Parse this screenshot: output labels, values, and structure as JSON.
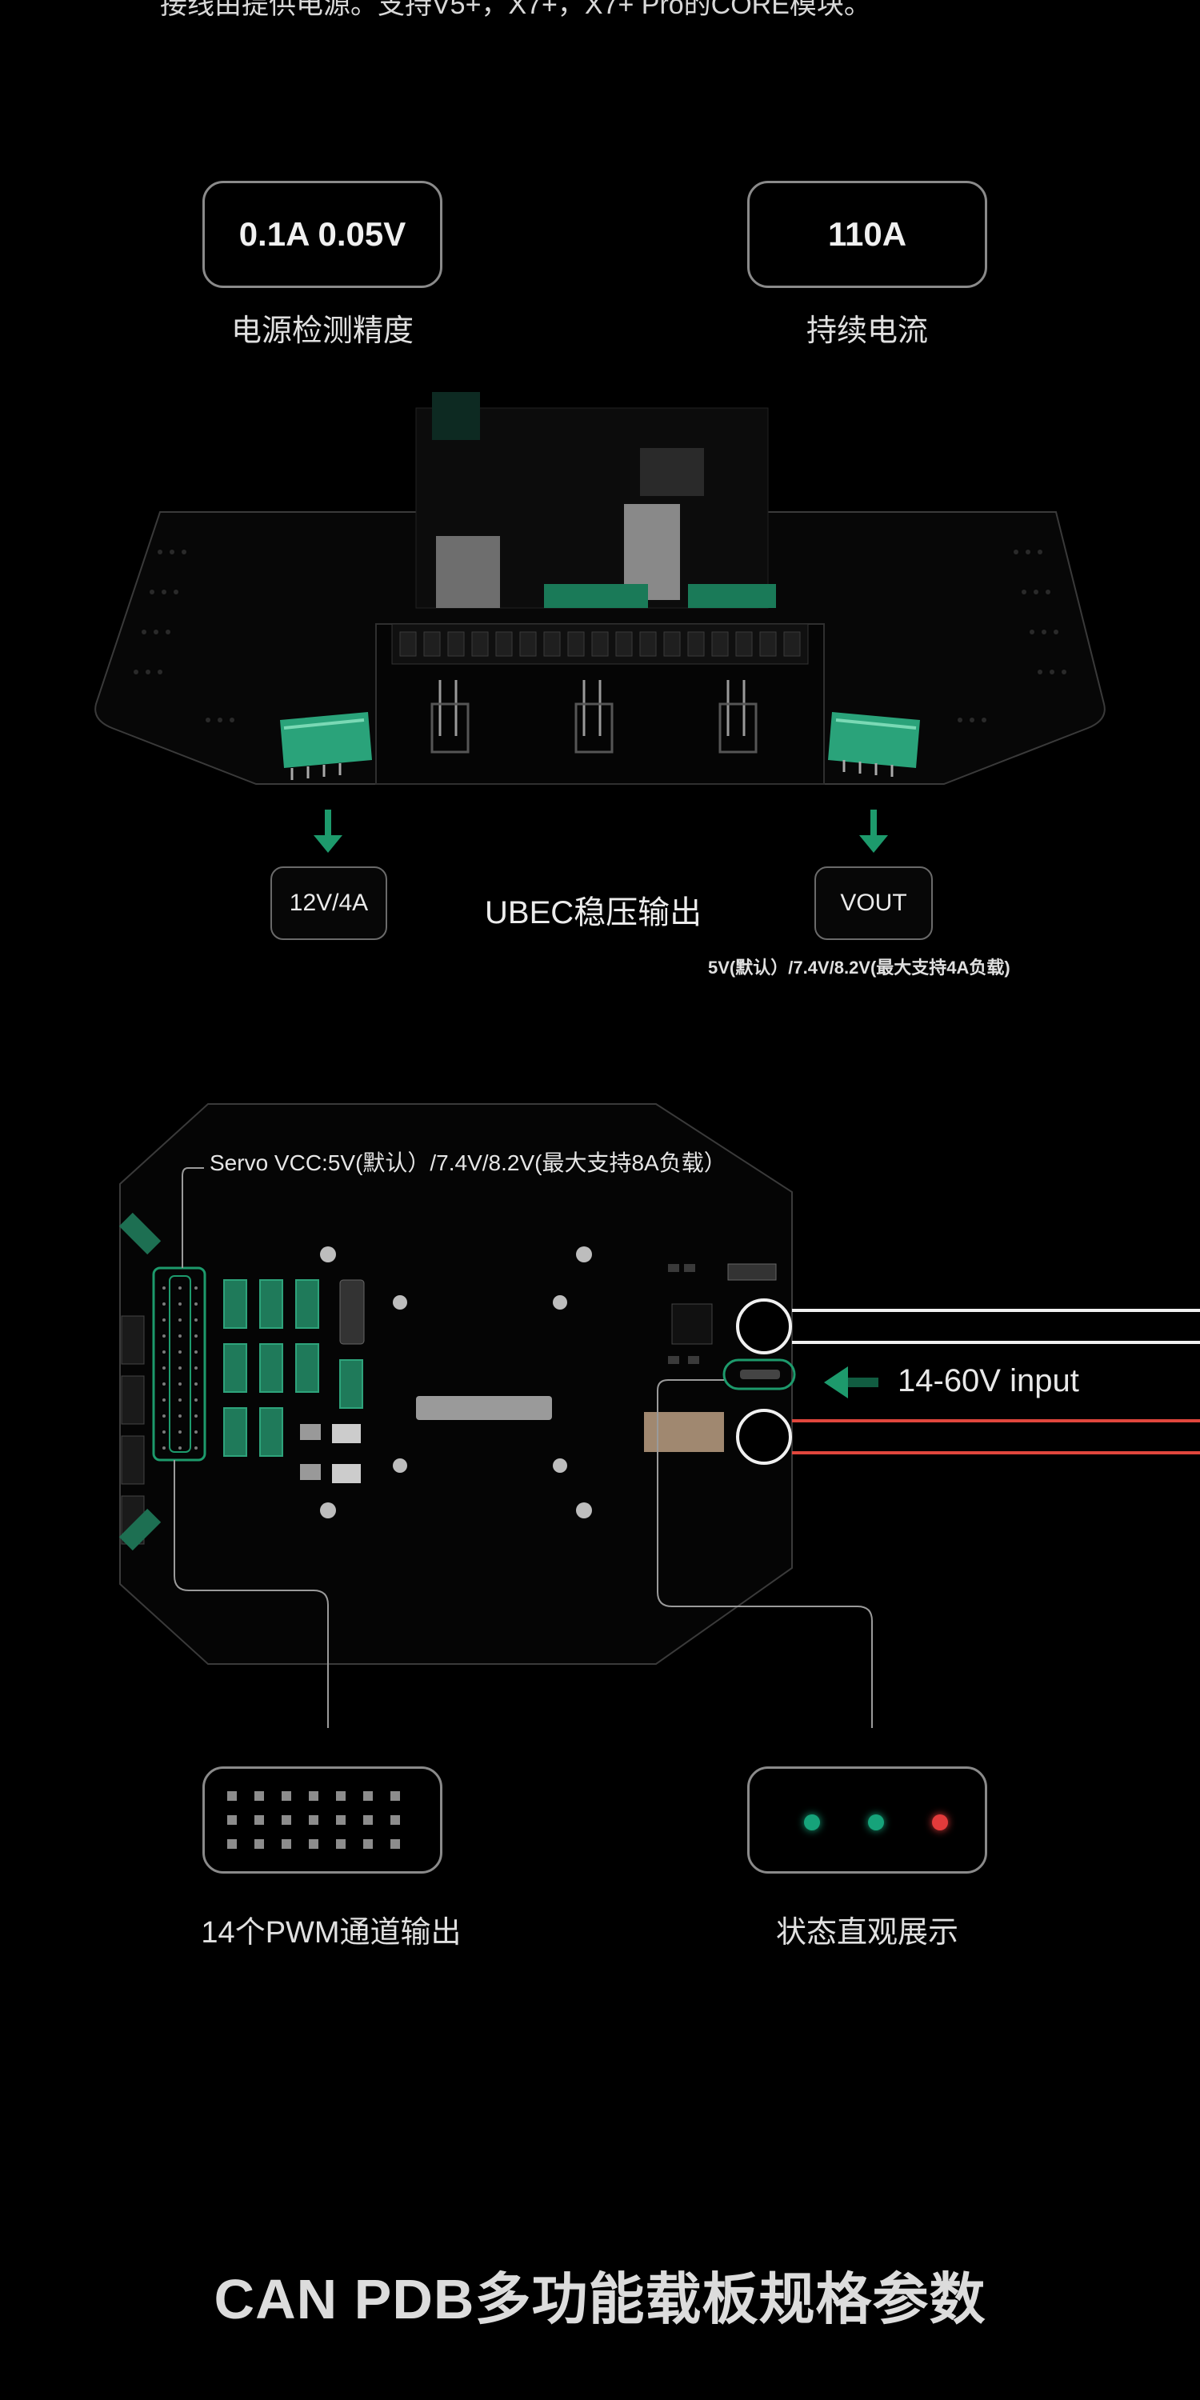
{
  "intro_text": "接线由提供电源。支持V5+，X7+，X7+ Pro的CORE模块。",
  "specs": [
    {
      "value": "0.1A  0.05V",
      "label": "电源检测精度"
    },
    {
      "value": "110A",
      "label": "持续电流"
    }
  ],
  "ubec": {
    "left_output": "12V/4A",
    "title": "UBEC稳压输出",
    "right_output": "VOUT",
    "right_note": "5V(默认）/7.4V/8.2V(最大支持4A负载)"
  },
  "board": {
    "servo_note": "Servo VCC:5V(默认）/7.4V/8.2V(最大支持8A负载）",
    "input_label": "14-60V input"
  },
  "features": [
    {
      "label": "14个PWM通道输出"
    },
    {
      "label": "状态直观展示"
    }
  ],
  "led_colors": [
    "#16a37a",
    "#16a37a",
    "#e23b3b"
  ],
  "colors": {
    "accent_green": "#1d9a6c",
    "wire_red": "#e0463c",
    "background": "#000000"
  },
  "footer_title": "CAN PDB多功能载板规格参数"
}
